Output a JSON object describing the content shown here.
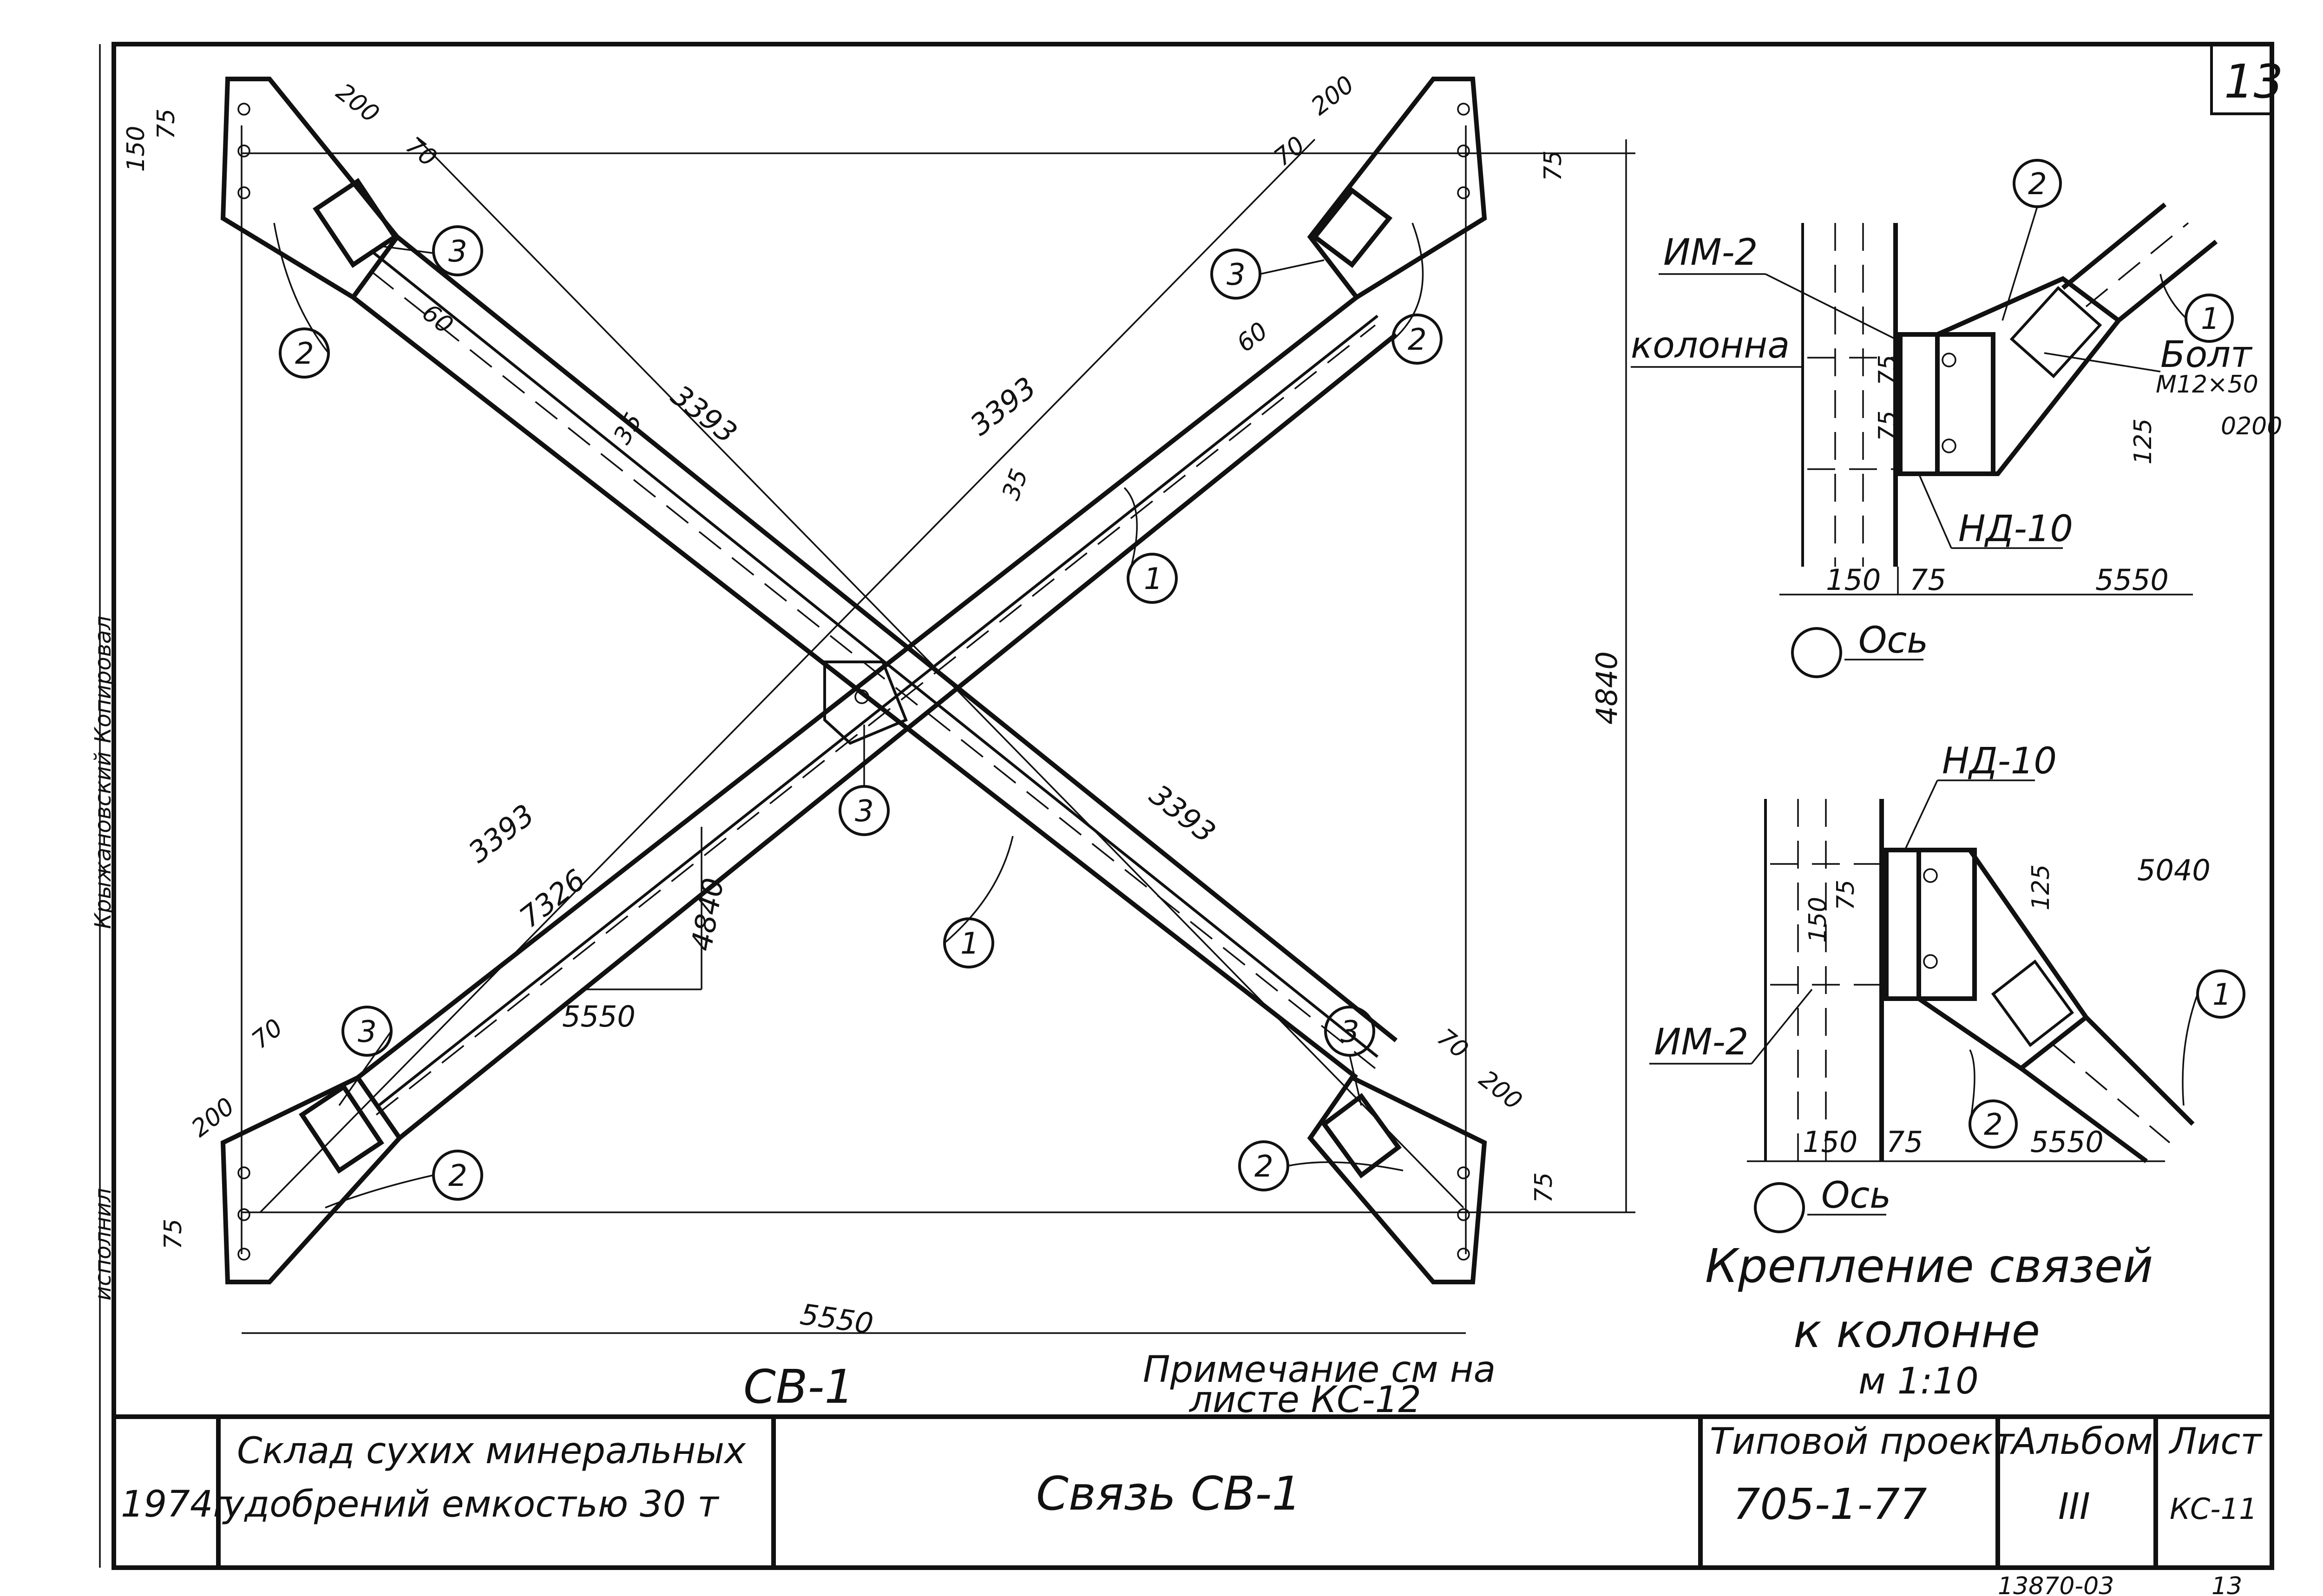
{
  "sheet_number": "13",
  "main_view": {
    "title": "СВ-1",
    "dims": {
      "width_bottom": "5550",
      "height_right": "4840",
      "half_diag_ul": "3393",
      "half_diag_ur": "3393",
      "half_diag_ll": "3393",
      "half_diag_lr": "3393",
      "diag_length": "7326",
      "diag_height": "4840",
      "diag_width": "5550",
      "gusset_w_ul": "200",
      "gusset_w_ur": "200",
      "gusset_w_ll": "200",
      "gusset_w_lr": "200",
      "plate_ul": "70",
      "plate_ur": "70",
      "plate_ll": "70",
      "plate_lr": "70",
      "edge_ul": "75",
      "edge_ur": "75",
      "edge_ll": "75",
      "edge_lr": "75",
      "vert_ul": "150",
      "weld_ul": "60",
      "weld_ur": "60",
      "flange_a": "35",
      "flange_b": "35"
    },
    "marks": {
      "m1": "1",
      "m2": "2",
      "m3": "3"
    }
  },
  "detail": {
    "title_line1": "Крепление связей",
    "title_line2": "к колонне",
    "scale": "м 1:10",
    "top": {
      "um": "ИМ-2",
      "column": "колонна",
      "nd": "НД-10",
      "bolt_label": "Болт",
      "bolt_size": "М12×50",
      "d200": "0200",
      "d150": "150",
      "d75a": "75",
      "d75b": "75",
      "d75c": "75",
      "d125": "125",
      "d5550": "5550",
      "axis": "Ось"
    },
    "bottom": {
      "nd": "НД-10",
      "um": "ИМ-2",
      "d5040": "5040",
      "d125": "125",
      "d150a": "150",
      "d75a": "75",
      "d150b": "150",
      "d75b": "75",
      "d5550": "5550",
      "axis": "Ось"
    }
  },
  "note": {
    "line1": "Примечание см на",
    "line2": "листе КС-12"
  },
  "sidebar": {
    "executed": "исполнил",
    "text1": "Крыжановский",
    "text2": "Копировал"
  },
  "title_block": {
    "year": "1974г",
    "object_line1": "Склад сухих минеральных",
    "object_line2": "удобрений емкостью 30 т",
    "drawing_title": "Связь СВ-1",
    "project_label": "Типовой проект",
    "project_number": "705-1-77",
    "album_label": "Альбом",
    "album_value": "III",
    "sheet_label": "Лист",
    "sheet_value": "КС-11"
  },
  "footer": {
    "code": "13870-03",
    "page": "13"
  }
}
